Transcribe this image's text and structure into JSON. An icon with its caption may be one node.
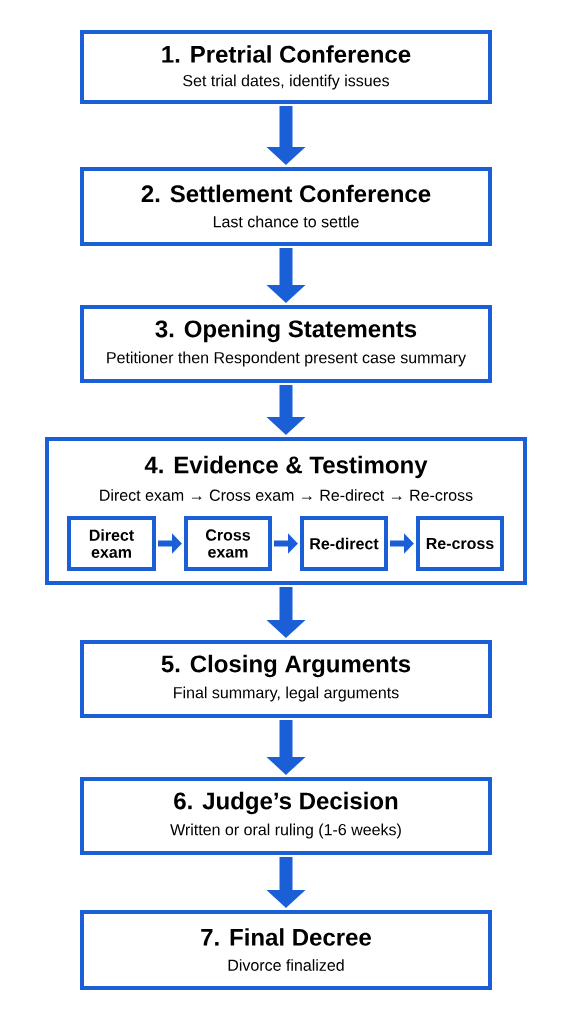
{
  "diagram": {
    "nodes": [
      {
        "text": [
          "1. Pretrial Conference",
          "Set trial dates, identify issues"
        ]
      },
      {
        "text": [
          "2. Settlement Conference",
          "Last chance to settle"
        ]
      },
      {
        "text": [
          "3. Opening Statements",
          "Petitioner then Respondent present case summary"
        ]
      },
      {
        "text": [
          "4. Evidence & Testimony",
          "Direct exam → Cross exam → Re-direct → Re-cross"
        ]
      },
      {
        "text": [
          "Direct exam"
        ],
        "in": 3
      },
      {
        "text": [
          "Cross exam"
        ],
        "in": 3
      },
      {
        "text": [
          "Re-direct"
        ],
        "in": 3
      },
      {
        "text": [
          "Re-cross"
        ],
        "in": 3
      },
      {
        "text": [
          "5. Closing Arguments",
          "Final summary, legal arguments"
        ]
      },
      {
        "text": [
          "6. Judge’s Decision",
          "Written or oral ruling (1-6 weeks)"
        ]
      },
      {
        "text": [
          "7. Final Decree",
          "Divorce finalized"
        ]
      }
    ],
    "edges": [
      {
        "from": 0,
        "to": 1,
        "arrow": "to"
      },
      {
        "from": 1,
        "to": 2,
        "arrow": "to"
      },
      {
        "from": 2,
        "to": 3,
        "arrow": "to"
      },
      {
        "from": 4,
        "to": 5,
        "arrow": "to"
      },
      {
        "from": 5,
        "to": 6,
        "arrow": "to"
      },
      {
        "from": 6,
        "to": 7,
        "arrow": "to"
      },
      {
        "from": 3,
        "to": 8,
        "arrow": "to"
      },
      {
        "from": 8,
        "to": 9,
        "arrow": "to"
      },
      {
        "from": 9,
        "to": 10,
        "arrow": "to"
      }
    ]
  }
}
